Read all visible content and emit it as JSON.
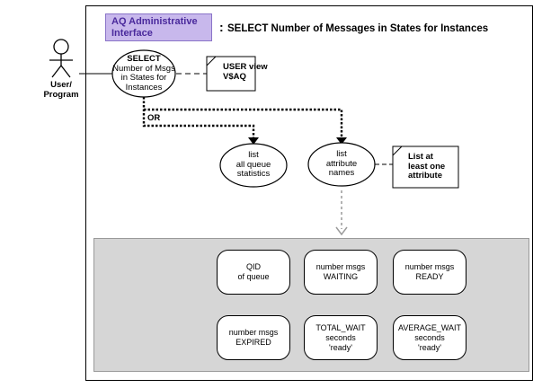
{
  "header": {
    "badge_line1": "AQ Administrative",
    "badge_line2": "Interface",
    "colon": ":",
    "title": "SELECT Number of Messages in States for Instances"
  },
  "actor": {
    "line1": "User/",
    "line2": "Program"
  },
  "select_node": {
    "line1": "SELECT",
    "line2": "Number of Msgs",
    "line3": "in States for",
    "line4": "Instances"
  },
  "user_view_note": {
    "line1": "USER view",
    "line2": "V$AQ"
  },
  "or_label": "OR",
  "list_stats_node": {
    "line1": "list",
    "line2": "all queue",
    "line3": "statistics"
  },
  "list_attr_node": {
    "line1": "list",
    "line2": "attribute",
    "line3": "names"
  },
  "attr_note": {
    "line1": "List at",
    "line2": "least one",
    "line3": "attribute"
  },
  "attributes": [
    {
      "line1": "QID",
      "line2": "of queue",
      "line3": ""
    },
    {
      "line1": "number msgs",
      "line2": "WAITING",
      "line3": ""
    },
    {
      "line1": "number msgs",
      "line2": "READY",
      "line3": ""
    },
    {
      "line1": "number msgs",
      "line2": "EXPIRED",
      "line3": ""
    },
    {
      "line1": "TOTAL_WAIT",
      "line2": "seconds",
      "line3": "'ready'"
    },
    {
      "line1": "AVERAGE_WAIT",
      "line2": "seconds",
      "line3": "'ready'"
    }
  ],
  "colors": {
    "badge_fill": "#c8b8ec",
    "badge_text": "#4a2a9c",
    "panel_fill": "#d6d6d6",
    "gray_arrow": "#9a9a9a"
  }
}
